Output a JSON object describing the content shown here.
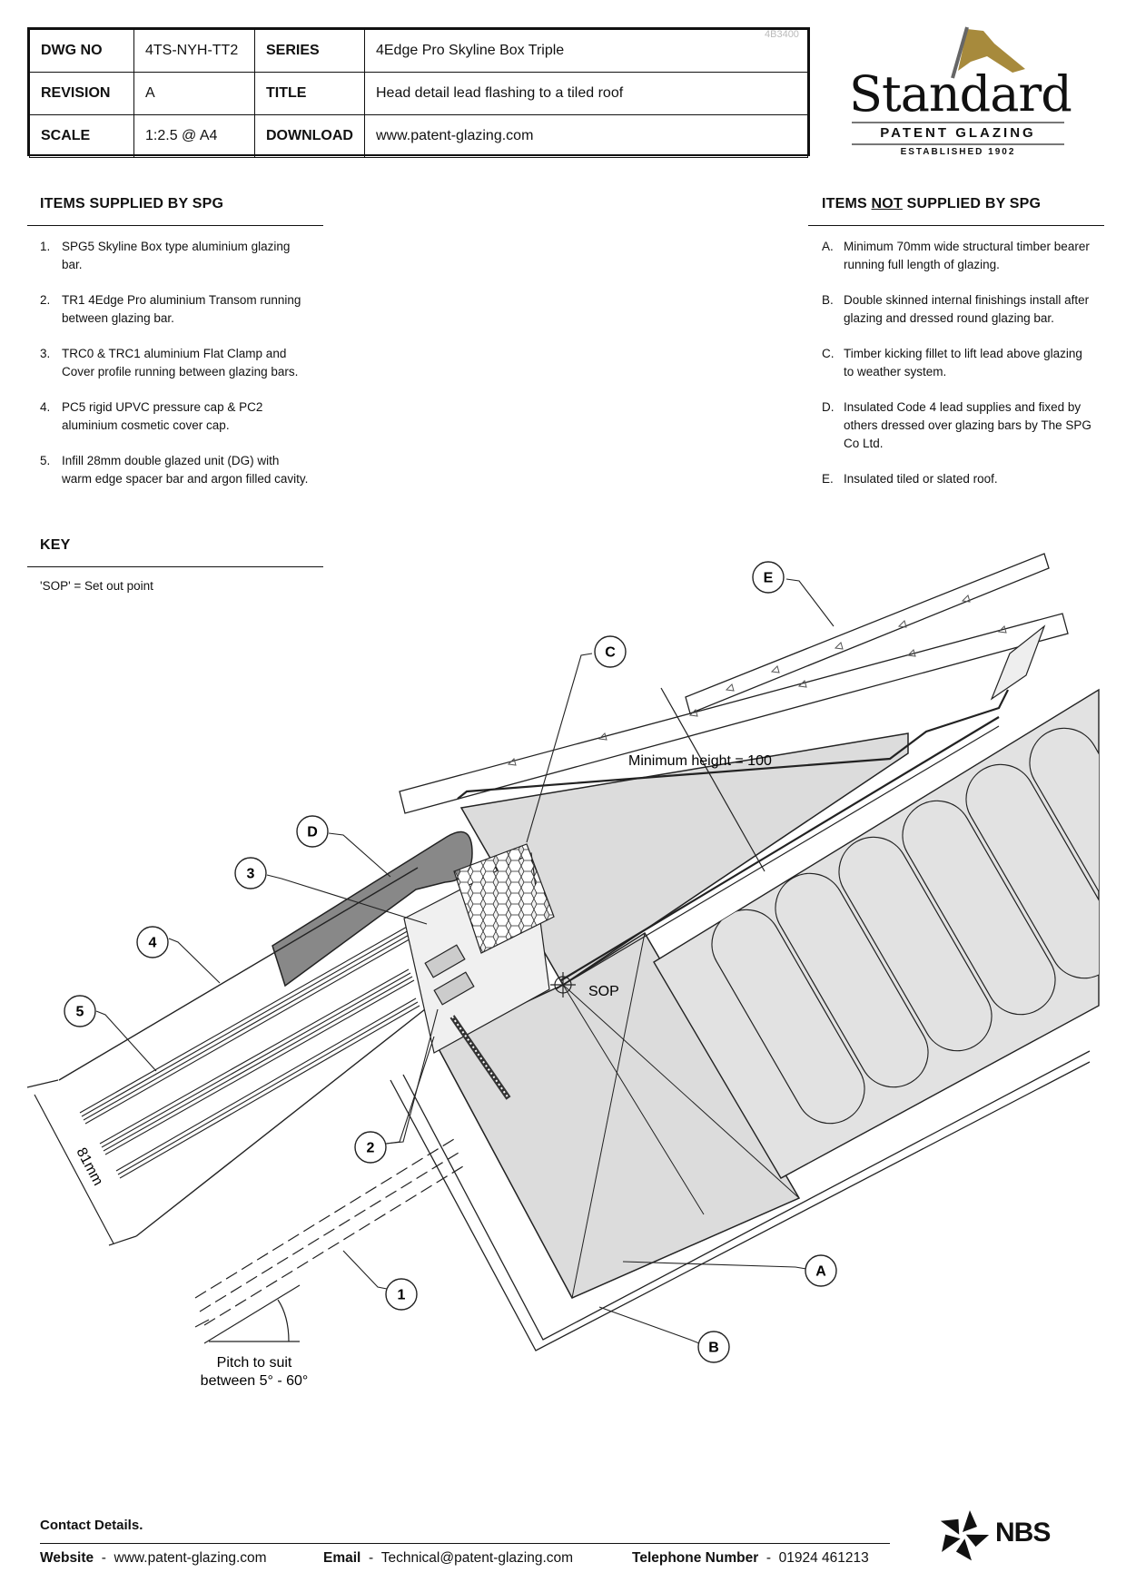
{
  "title_block": {
    "dwg_no_label": "DWG NO",
    "dwg_no": "4TS-NYH-TT2",
    "series_label": "SERIES",
    "series": "4Edge Pro Skyline Box Triple",
    "revision_label": "REVISION",
    "revision": "A",
    "title_label": "TITLE",
    "title": "Head detail lead flashing to a tiled roof",
    "scale_label": "SCALE",
    "scale": "1:2.5 @ A4",
    "download_label": "DOWNLOAD",
    "download": "www.patent-glazing.com",
    "ref_code": "4B3400"
  },
  "logo": {
    "word": "Standard",
    "sub": "PATENT GLAZING",
    "established": "ESTABLISHED 1902",
    "flag_color": "#a78a3c"
  },
  "supplied": {
    "heading": "ITEMS SUPPLIED BY SPG",
    "items": [
      {
        "num": "1.",
        "text": "SPG5 Skyline Box type aluminium glazing bar."
      },
      {
        "num": "2.",
        "text": "TR1 4Edge Pro aluminium Transom running between glazing bar."
      },
      {
        "num": "3.",
        "text": "TRC0 & TRC1 aluminium Flat Clamp and Cover profile running between glazing bars."
      },
      {
        "num": "4.",
        "text": "PC5 rigid UPVC pressure cap & PC2 aluminium cosmetic cover cap."
      },
      {
        "num": "5.",
        "text": "Infill 28mm double glazed unit (DG) with warm edge spacer bar and argon filled cavity."
      }
    ]
  },
  "not_supplied": {
    "heading_pre": "ITEMS ",
    "heading_not": "NOT",
    "heading_post": " SUPPLIED BY SPG",
    "items": [
      {
        "num": "A.",
        "text": "Minimum 70mm wide structural timber bearer running full length of glazing."
      },
      {
        "num": "B.",
        "text": "Double skinned internal finishings install after glazing and dressed round glazing bar."
      },
      {
        "num": "C.",
        "text": "Timber kicking fillet to lift lead above glazing to weather system."
      },
      {
        "num": "D.",
        "text": "Insulated Code 4 lead supplies and fixed by others dressed over glazing bars by The SPG Co Ltd."
      },
      {
        "num": "E.",
        "text": "Insulated tiled or slated roof."
      }
    ]
  },
  "key": {
    "heading": "KEY",
    "text": "'SOP' = Set out point"
  },
  "drawing": {
    "callouts": [
      "E",
      "C",
      "D",
      "3",
      "4",
      "5",
      "2",
      "1",
      "A",
      "B"
    ],
    "min_height": "Minimum height = 100",
    "sop": "SOP",
    "dim_81": "81mm",
    "pitch_line1": "Pitch to suit",
    "pitch_line2": "between 5° - 60°"
  },
  "footer": {
    "heading": "Contact Details.",
    "website_label": "Website",
    "website": "www.patent-glazing.com",
    "email_label": "Email",
    "email": "Technical@patent-glazing.com",
    "phone_label": "Telephone Number",
    "phone": "01924 461213",
    "nbs": "NBS"
  }
}
